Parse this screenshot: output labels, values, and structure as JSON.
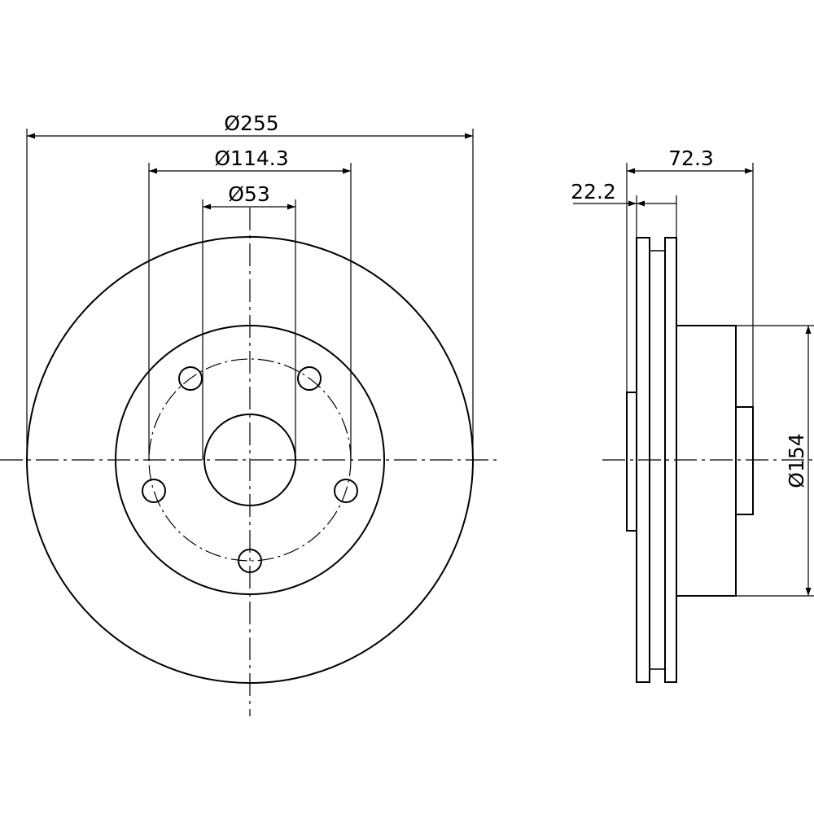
{
  "front_view": {
    "outer_diameter_label": "Ø255",
    "bolt_circle_label": "Ø114.3",
    "center_bore_label": "Ø53",
    "bolt_hole_count": 5
  },
  "side_view": {
    "overall_height_label": "72.3",
    "disc_thickness_label": "22.2",
    "hat_diameter_label": "Ø154"
  },
  "colors": {
    "line": "#000000",
    "background": "#ffffff"
  }
}
